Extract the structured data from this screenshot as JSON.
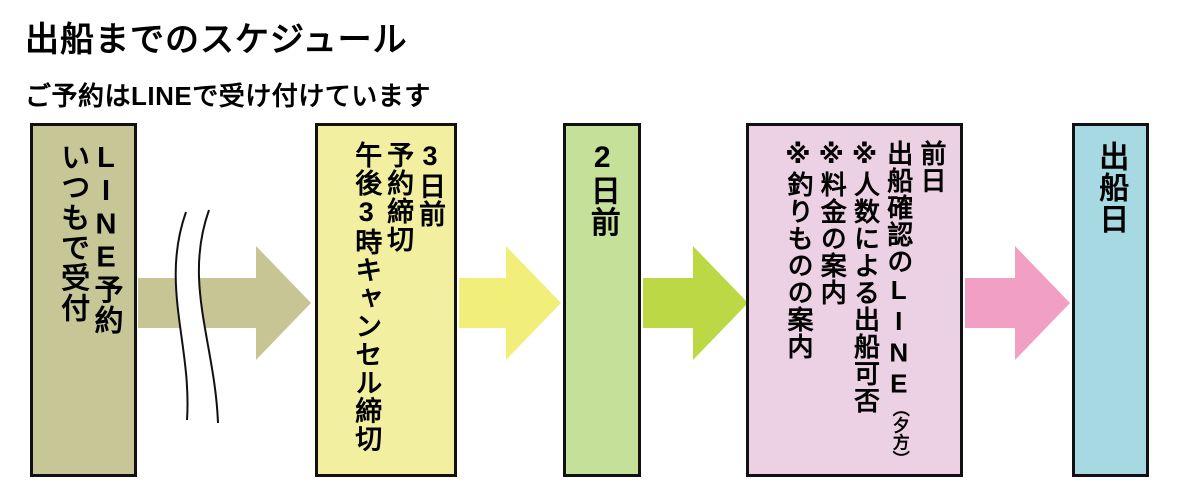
{
  "title": "出船までのスケジュール",
  "subtitle": "ご予約はLINEで受け付けています",
  "colors": {
    "background": "#ffffff",
    "text": "#000000",
    "border": "#111111",
    "box1_fill": "#c7c697",
    "box2_fill": "#f2f0a0",
    "box3_fill": "#c5e099",
    "box4_fill": "#ecd0e4",
    "box5_fill": "#a7d9e3",
    "arrow1": "#c6c593",
    "arrow2": "#f1ef7a",
    "arrow3": "#bcd945",
    "arrow4": "#f19fc2"
  },
  "flow": {
    "step1": {
      "line1": "LINE予約",
      "line2": "いつもで受付"
    },
    "step2": {
      "line1": "3日前",
      "line2": "予約締切",
      "line3": "午後3時キャンセル締切"
    },
    "step3": {
      "line1": "2日前"
    },
    "step4": {
      "line1": "前日",
      "line2": "出船確認のLINE",
      "line2_note": "（夕方）",
      "line3": "※人数による出船可否",
      "line4": "※料金の案内",
      "line5": "※釣りものの案内"
    },
    "step5": {
      "line1": "出船日"
    }
  }
}
